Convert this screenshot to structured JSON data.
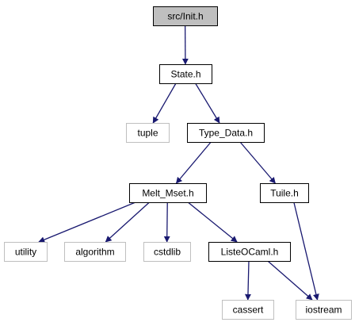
{
  "diagram": {
    "edge_color": "#191970",
    "nodes": [
      {
        "id": "init",
        "label": "src/Init.h",
        "style": "highlight",
        "fill": "#bfbfbf",
        "stroke": "#000000"
      },
      {
        "id": "state",
        "label": "State.h",
        "style": "normal",
        "fill": "#ffffff",
        "stroke": "#000000"
      },
      {
        "id": "tuple",
        "label": "tuple",
        "style": "system",
        "fill": "#ffffff",
        "stroke": "#bfbfbf"
      },
      {
        "id": "typedata",
        "label": "Type_Data.h",
        "style": "normal",
        "fill": "#ffffff",
        "stroke": "#000000"
      },
      {
        "id": "meltmset",
        "label": "Melt_Mset.h",
        "style": "normal",
        "fill": "#ffffff",
        "stroke": "#000000"
      },
      {
        "id": "tuile",
        "label": "Tuile.h",
        "style": "normal",
        "fill": "#ffffff",
        "stroke": "#000000"
      },
      {
        "id": "utility",
        "label": "utility",
        "style": "system",
        "fill": "#ffffff",
        "stroke": "#bfbfbf"
      },
      {
        "id": "algorithm",
        "label": "algorithm",
        "style": "system",
        "fill": "#ffffff",
        "stroke": "#bfbfbf"
      },
      {
        "id": "cstdlib",
        "label": "cstdlib",
        "style": "system",
        "fill": "#ffffff",
        "stroke": "#bfbfbf"
      },
      {
        "id": "listeo",
        "label": "ListeOCaml.h",
        "style": "normal",
        "fill": "#ffffff",
        "stroke": "#000000"
      },
      {
        "id": "cassert",
        "label": "cassert",
        "style": "system",
        "fill": "#ffffff",
        "stroke": "#bfbfbf"
      },
      {
        "id": "iostream",
        "label": "iostream",
        "style": "system",
        "fill": "#ffffff",
        "stroke": "#bfbfbf"
      }
    ],
    "edges": [
      {
        "from": "init",
        "to": "state"
      },
      {
        "from": "state",
        "to": "tuple"
      },
      {
        "from": "state",
        "to": "typedata"
      },
      {
        "from": "typedata",
        "to": "meltmset"
      },
      {
        "from": "typedata",
        "to": "tuile"
      },
      {
        "from": "meltmset",
        "to": "utility"
      },
      {
        "from": "meltmset",
        "to": "algorithm"
      },
      {
        "from": "meltmset",
        "to": "cstdlib"
      },
      {
        "from": "meltmset",
        "to": "listeo"
      },
      {
        "from": "tuile",
        "to": "iostream"
      },
      {
        "from": "listeo",
        "to": "cassert"
      },
      {
        "from": "listeo",
        "to": "iostream"
      }
    ]
  }
}
